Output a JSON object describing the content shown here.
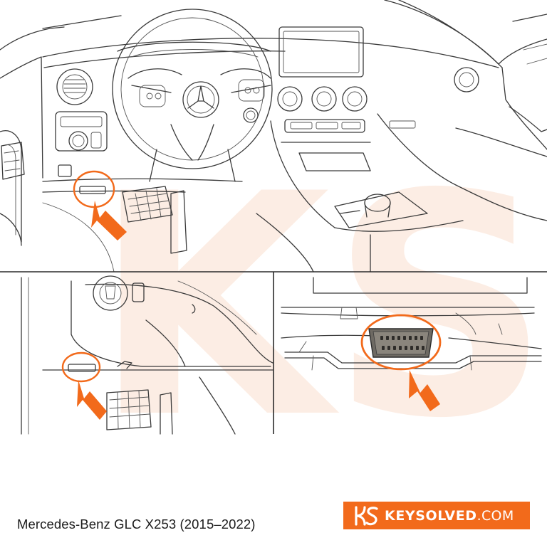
{
  "caption": "Mercedes-Benz GLC X253 (2015–2022)",
  "brand": {
    "name": "KEYSOLVED",
    "tld": ".COM",
    "mark_text": "KS",
    "color": "#f26a1b"
  },
  "watermark": {
    "text": "KS",
    "color": "#fbe3d4"
  },
  "accent_color": "#f26a1b",
  "panels": [
    {
      "id": "interior-overview",
      "highlight": "obd-port-under-dash"
    },
    {
      "id": "footwell-closeup",
      "highlight": "obd-port-above-pedal"
    },
    {
      "id": "obd-connector-detail",
      "highlight": "obd2-16-pin-connector"
    }
  ]
}
